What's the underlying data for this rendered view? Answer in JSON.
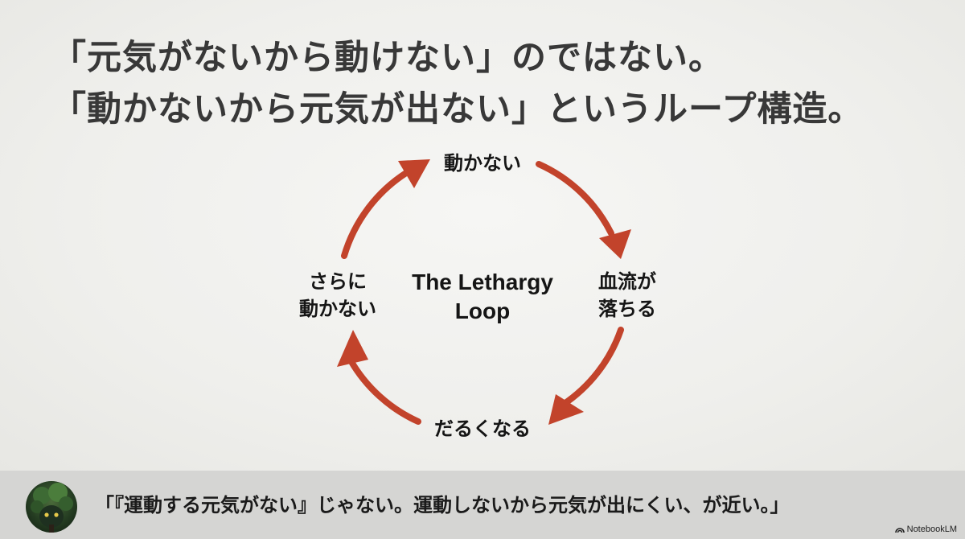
{
  "headline": {
    "line1": "「元気がないから動けない」のではない。",
    "line2": "「動かないから元気が出ない」というループ構造。"
  },
  "cycle": {
    "center": {
      "line1": "The Lethargy",
      "line2": "Loop"
    },
    "nodes": {
      "top": "動かない",
      "right_line1": "血流が",
      "right_line2": "落ちる",
      "bottom": "だるくなる",
      "left_line1": "さらに",
      "left_line2": "動かない"
    },
    "arrow_color": "#c2432b"
  },
  "caption": {
    "text": "「『運動する元気がない』じゃない。運動しないから元気が出にくい、が近い。」",
    "avatar_icon": "forest-spirit-avatar-icon"
  },
  "brand": {
    "name": "NotebookLM",
    "icon": "notebooklm-logo-icon"
  }
}
